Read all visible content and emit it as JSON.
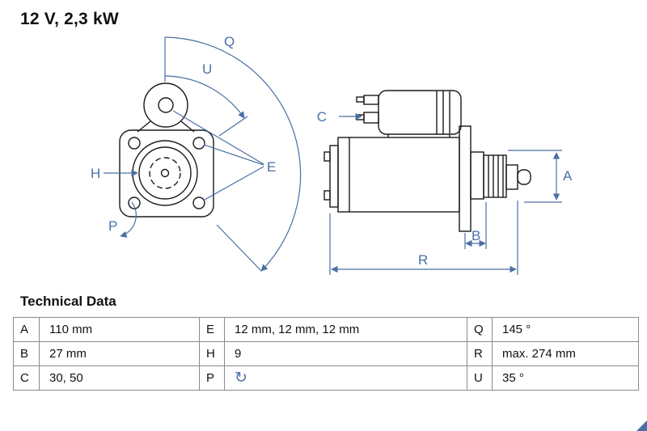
{
  "title": "12 V, 2,3 kW",
  "section_title": "Technical Data",
  "accent_color": "#4a6fa5",
  "line_color": "#1a1a1a",
  "diagram": {
    "description": "starter motor technical drawing, front view and side view",
    "labels": {
      "Q": "Q",
      "U": "U",
      "H": "H",
      "E": "E",
      "P": "P",
      "C": "C",
      "A": "A",
      "B": "B",
      "R": "R"
    }
  },
  "table": {
    "rows": [
      [
        {
          "key": "A",
          "value": "110 mm"
        },
        {
          "key": "E",
          "value": "12 mm, 12 mm, 12 mm"
        },
        {
          "key": "Q",
          "value": "145 °"
        }
      ],
      [
        {
          "key": "B",
          "value": "27 mm"
        },
        {
          "key": "H",
          "value": "9"
        },
        {
          "key": "R",
          "value": "max. 274 mm"
        }
      ],
      [
        {
          "key": "C",
          "value": "30, 50"
        },
        {
          "key": "P",
          "value": "↻"
        },
        {
          "key": "U",
          "value": "35 °"
        }
      ]
    ]
  }
}
